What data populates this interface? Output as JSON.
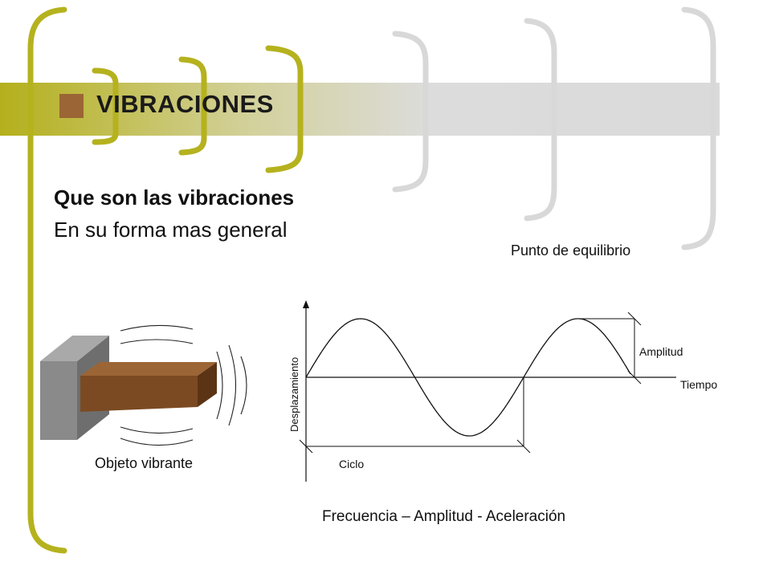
{
  "slide": {
    "title": "VIBRACIONES",
    "heading": "Que son las vibraciones",
    "subheading": "En su forma mas general"
  },
  "diagram": {
    "equilibrium_label": "Punto de equilibrio",
    "vibrating_object_label": "Objeto vibrante",
    "y_axis_label": "Desplazamiento",
    "x_axis_label": "Tiempo",
    "amplitude_label": "Amplitud",
    "cycle_label": "Ciclo",
    "footer": "Frecuencia – Amplitud - Aceleración"
  },
  "colors": {
    "olive_accent": "#b5b21e",
    "gray_bracket": "#d8d8d8",
    "title_square": "#9b6535",
    "wood_bar": "#7b4a22",
    "gray_block": "#8a8a8a"
  }
}
